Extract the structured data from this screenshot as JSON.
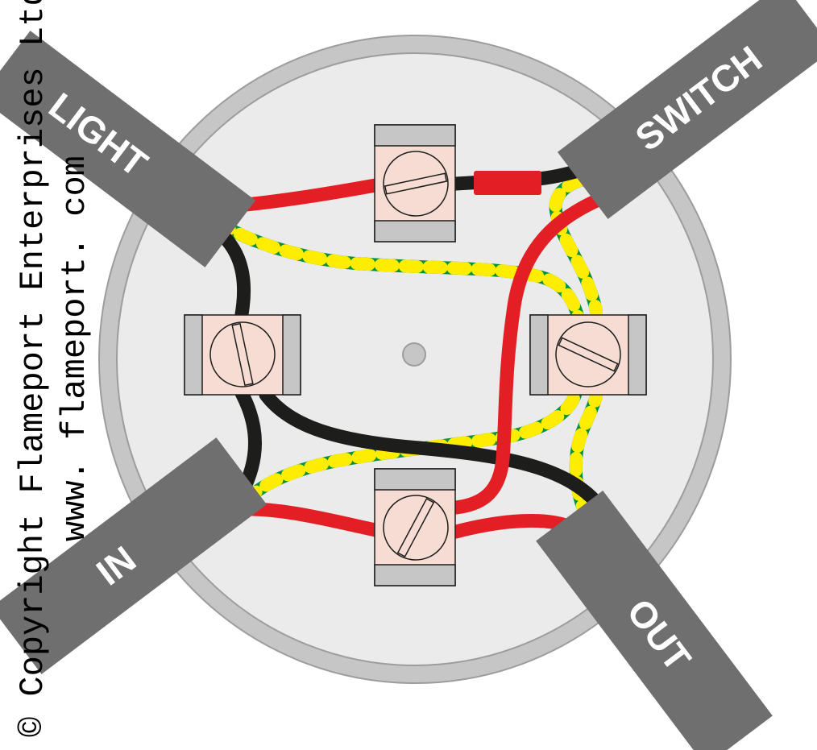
{
  "cables": {
    "light": "LIGHT",
    "switch": "SWITCH",
    "in": "IN",
    "out": "OUT"
  },
  "copyright": {
    "owner": "© Copyright Flameport Enterprises Ltd",
    "website": "www. flameport. com"
  },
  "colors": {
    "live": "#e31e24",
    "neutral": "#1d1d1b",
    "earth_green": "#00913f",
    "earth_yellow": "#ffed00",
    "sheath": "#6f6f6f",
    "box_rim": "#c6c6c6",
    "box_face": "#ebebeb",
    "terminal_body": "#f6dcd2",
    "terminal_end": "#c6c6c6"
  }
}
